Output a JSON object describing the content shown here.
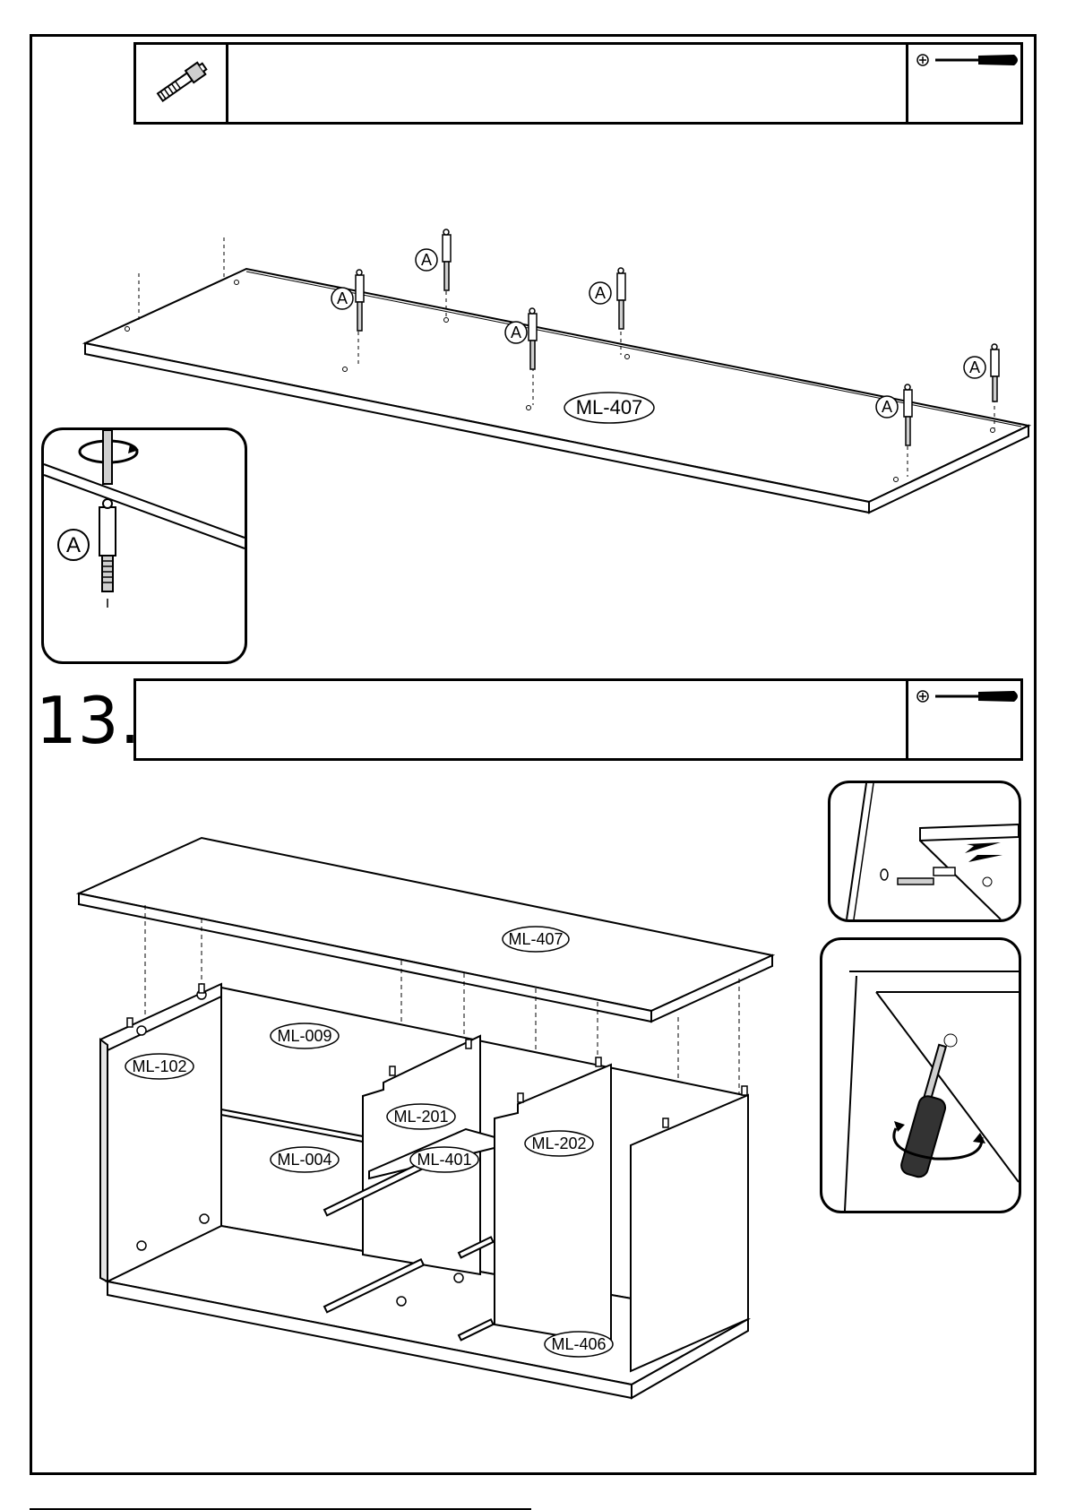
{
  "colors": {
    "ink": "#000000",
    "paper": "#ffffff",
    "shade": "#cfcfcf"
  },
  "icons": {
    "fitting": "dowel-screw-icon",
    "tool_top": "phillips-screwdriver-icon",
    "tool_step13": "phillips-screwdriver-icon"
  },
  "step12": {
    "hardware_label": "A",
    "panel_label": "ML-407",
    "detail_label": "A"
  },
  "step13": {
    "number": "13.",
    "labels": {
      "top": "ML-407",
      "left_side": "ML-102",
      "back": "ML-009",
      "fixed_shelf": "ML-004",
      "divider_left": "ML-201",
      "small_shelf": "ML-401",
      "divider_right": "ML-202",
      "right_side": "ML-406"
    }
  }
}
